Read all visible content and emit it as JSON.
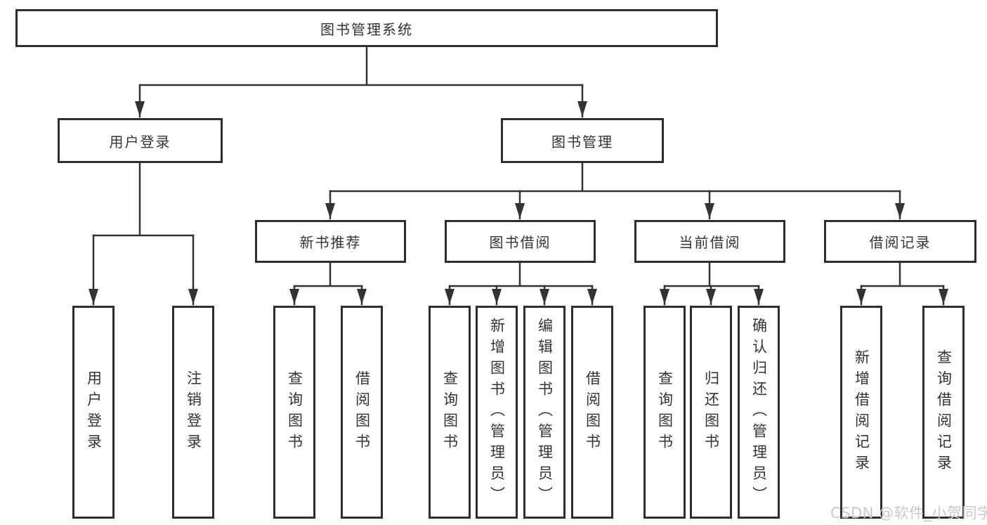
{
  "diagram": {
    "watermark": "CSDN @软件_小贺同学",
    "colors": {
      "line": "#333333",
      "box_border": "#2e2e2e",
      "text": "#333333",
      "background": "#ffffff",
      "watermark": "#c9c9c9"
    },
    "tree": {
      "root": {
        "label": "图书管理系统"
      },
      "branches": [
        {
          "label": "用户登录",
          "children": [
            {
              "label": "用户登录"
            },
            {
              "label": "注销登录"
            }
          ]
        },
        {
          "label": "图书管理",
          "children": [
            {
              "label": "新书推荐",
              "children": [
                {
                  "label": "查询图书"
                },
                {
                  "label": "借阅图书"
                }
              ]
            },
            {
              "label": "图书借阅",
              "children": [
                {
                  "label": "查询图书"
                },
                {
                  "label": "新增图书（管理员）"
                },
                {
                  "label": "编辑图书（管理员）"
                },
                {
                  "label": "借阅图书"
                }
              ]
            },
            {
              "label": "当前借阅",
              "children": [
                {
                  "label": "查询图书"
                },
                {
                  "label": "归还图书"
                },
                {
                  "label": "确认归还（管理员）"
                }
              ]
            },
            {
              "label": "借阅记录",
              "children": [
                {
                  "label": "新增借阅记录"
                },
                {
                  "label": "查询借阅记录"
                }
              ]
            }
          ]
        }
      ]
    }
  }
}
